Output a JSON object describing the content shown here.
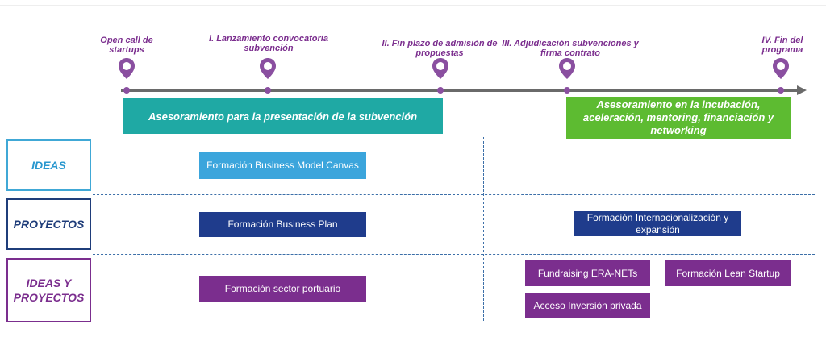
{
  "milestones": [
    {
      "label": "Open call de startups"
    },
    {
      "label": "I. Lanzamiento convocatoria subvención"
    },
    {
      "label": "II. Fin plazo de admisión de propuestas"
    },
    {
      "label": "III. Adjudicación subvenciones y firma contrato"
    },
    {
      "label": "IV. Fin del programa"
    }
  ],
  "banners": {
    "teal": "Asesoramiento para la presentación de la subvención",
    "green": "Asesoramiento en la incubación, aceleración, mentoring, financiación y networking"
  },
  "rows": {
    "ideas": "IDEAS",
    "proyectos": "PROYECTOS",
    "ideas_proyectos_1": "IDEAS Y",
    "ideas_proyectos_2": "PROYECTOS"
  },
  "boxes": {
    "canvas": "Formación Business Model Canvas",
    "business_plan": "Formación Business Plan",
    "internacionalizacion": "Formación Internacionalización y expansión",
    "sector_portuario": "Formación sector portuario",
    "fundraising": "Fundraising ERA-NETs",
    "lean_startup": "Formación Lean Startup",
    "acceso_inversion": "Acceso Inversión privada"
  },
  "colors": {
    "milestone": "#7b2e8e",
    "teal": "#1fa9a4",
    "green": "#5dbb31",
    "ideas": "#3ba5dc",
    "proyectos": "#1f3c8c",
    "ideas_proyectos": "#7b2e8e"
  }
}
